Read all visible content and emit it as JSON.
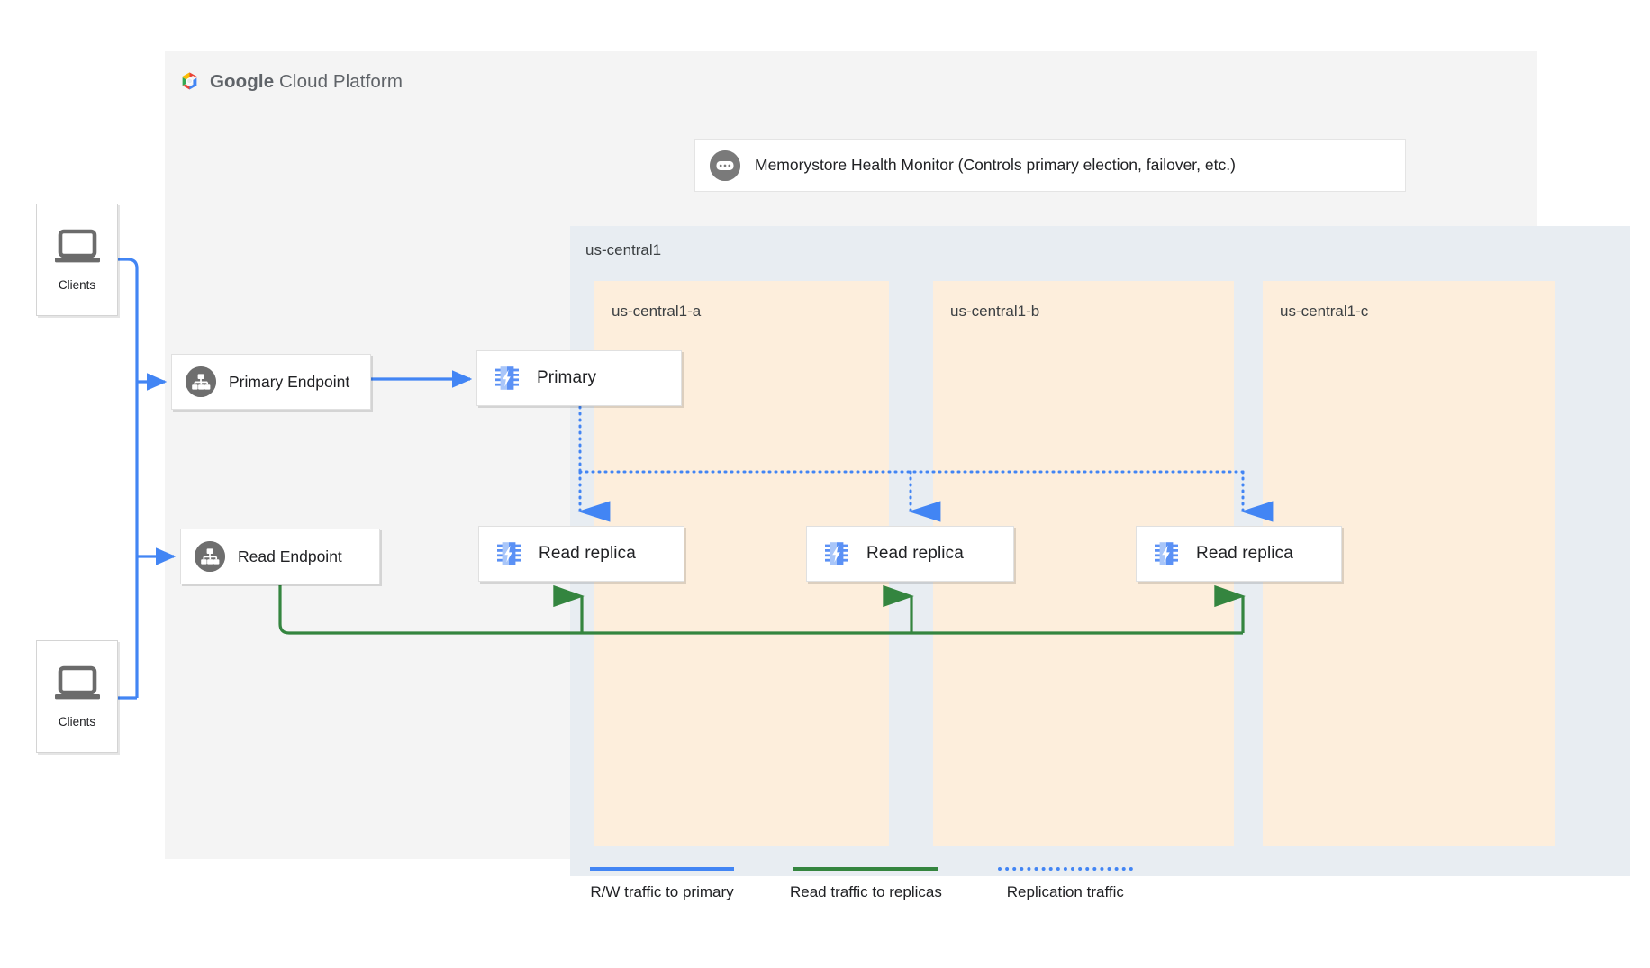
{
  "brand": {
    "logo_text_strong": "Google",
    "logo_text_light": " Cloud Platform",
    "logo_icon": "google-cloud-hexagon-icon"
  },
  "health_monitor": {
    "icon": "health-monitor-dots-icon",
    "label": "Memorystore Health Monitor (Controls primary election, failover, etc.)"
  },
  "region": {
    "label": "us-central1",
    "background": "#e8edf2"
  },
  "zones": [
    {
      "label": "us-central1-a"
    },
    {
      "label": "us-central1-b"
    },
    {
      "label": "us-central1-c"
    }
  ],
  "clients": [
    {
      "label": "Clients",
      "icon": "laptop-icon"
    },
    {
      "label": "Clients",
      "icon": "laptop-icon"
    }
  ],
  "endpoints": [
    {
      "label": "Primary Endpoint",
      "icon": "network-hierarchy-icon"
    },
    {
      "label": "Read Endpoint",
      "icon": "network-hierarchy-icon"
    }
  ],
  "instances": {
    "primary": {
      "label": "Primary",
      "icon": "memorystore-chip-icon"
    },
    "replicas": [
      {
        "label": "Read replica",
        "icon": "memorystore-chip-icon"
      },
      {
        "label": "Read replica",
        "icon": "memorystore-chip-icon"
      },
      {
        "label": "Read replica",
        "icon": "memorystore-chip-icon"
      }
    ]
  },
  "legend": [
    {
      "label": "R/W traffic to primary",
      "style": "solid",
      "color": "#4285f4"
    },
    {
      "label": "Read traffic to replicas",
      "style": "solid",
      "color": "#34853f"
    },
    {
      "label": "Replication traffic",
      "style": "dotted",
      "color": "#4285f4"
    }
  ],
  "colors": {
    "blue": "#4285f4",
    "green": "#34853f",
    "zone_fill": "#fdeedc",
    "region_fill": "#e8edf2",
    "container_fill": "#f4f4f4",
    "icon_gray": "#7a7a7a"
  }
}
